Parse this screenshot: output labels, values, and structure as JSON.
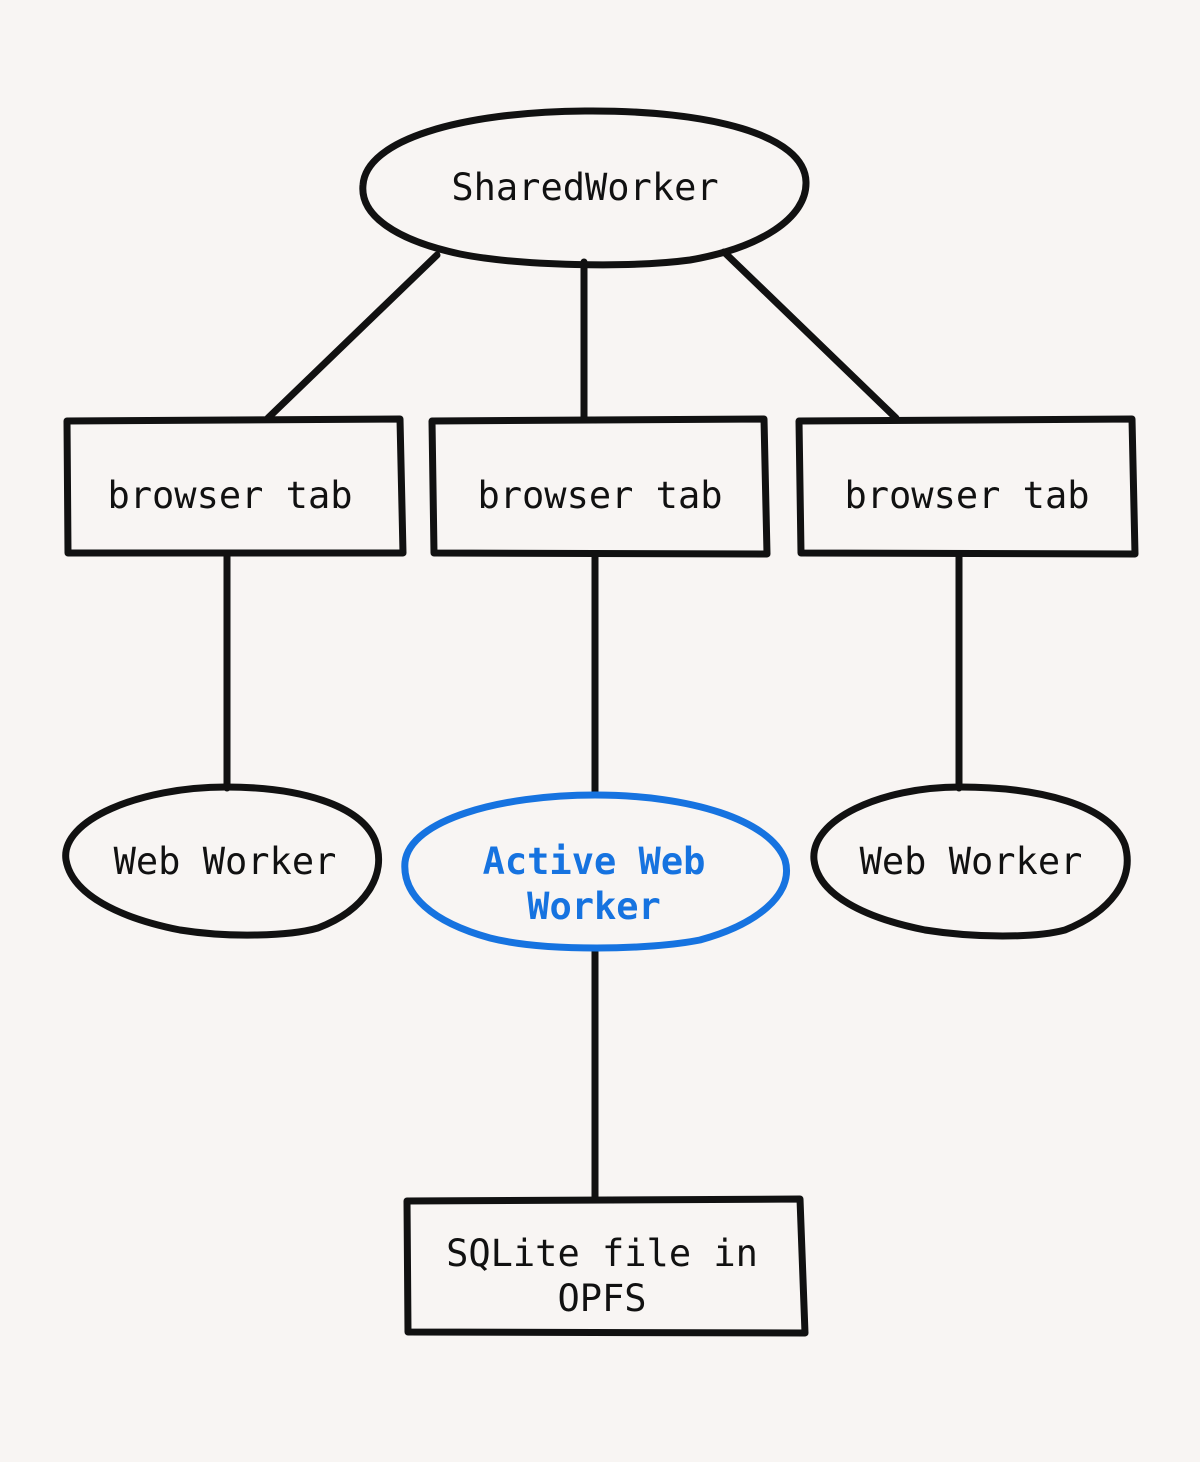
{
  "colors": {
    "background": "#f8f5f3",
    "stroke": "#111111",
    "active": "#1673e0"
  },
  "nodes": {
    "shared_worker": {
      "label": "SharedWorker",
      "shape": "ellipse"
    },
    "tabs": [
      {
        "label": "browser tab",
        "shape": "rectangle"
      },
      {
        "label": "browser tab",
        "shape": "rectangle"
      },
      {
        "label": "browser tab",
        "shape": "rectangle"
      }
    ],
    "workers": [
      {
        "label": "Web Worker",
        "shape": "ellipse",
        "active": false
      },
      {
        "label_line1": "Active Web",
        "label_line2": "Worker",
        "shape": "ellipse",
        "active": true
      },
      {
        "label": "Web Worker",
        "shape": "ellipse",
        "active": false
      }
    ],
    "storage": {
      "label_line1": "SQLite file in",
      "label_line2": "OPFS",
      "shape": "rectangle"
    }
  },
  "edges": [
    {
      "from": "SharedWorker",
      "to": "browser tab 1"
    },
    {
      "from": "SharedWorker",
      "to": "browser tab 2"
    },
    {
      "from": "SharedWorker",
      "to": "browser tab 3"
    },
    {
      "from": "browser tab 1",
      "to": "Web Worker 1"
    },
    {
      "from": "browser tab 2",
      "to": "Active Web Worker"
    },
    {
      "from": "browser tab 3",
      "to": "Web Worker 3"
    },
    {
      "from": "Active Web Worker",
      "to": "SQLite file in OPFS"
    }
  ]
}
